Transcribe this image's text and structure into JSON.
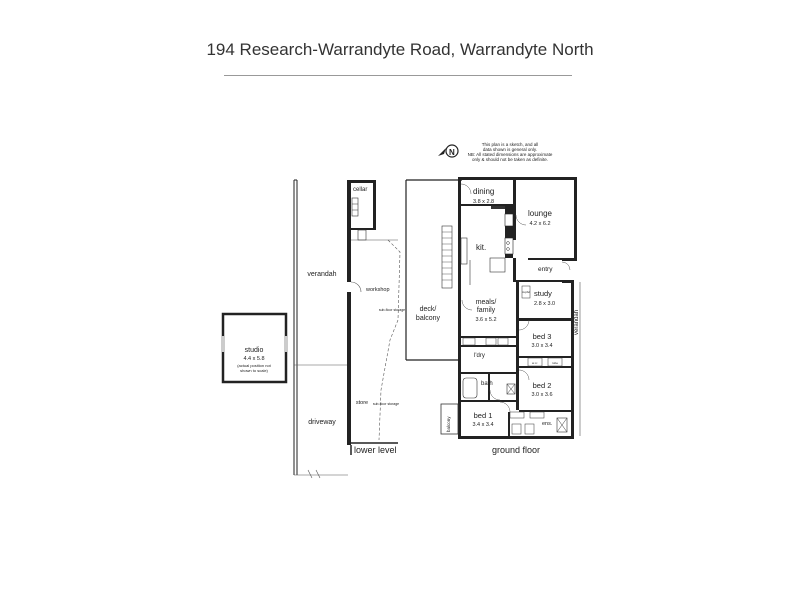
{
  "header": {
    "title": "194 Research-Warrandyte Road, Warrandyte North"
  },
  "disclaimer": [
    "This plan is a sketch, and all",
    "data shown is general only.",
    "NB: All stated dimensions are approximate",
    "only & should not be taken as definite."
  ],
  "rooms": {
    "dining": {
      "name": "dining",
      "size": "3.8 x 2.8"
    },
    "lounge": {
      "name": "lounge",
      "size": "4.2 x 6.2"
    },
    "kit": {
      "name": "kit."
    },
    "entry": {
      "name": "entry"
    },
    "study": {
      "name": "study",
      "size": "2.8 x 3.0"
    },
    "meals": {
      "name1": "meals/",
      "name2": "family",
      "size": "3.6 x 5.2"
    },
    "deck": {
      "name1": "deck/",
      "name2": "balcony"
    },
    "bed3": {
      "name": "bed 3",
      "size": "3.0 x 3.4"
    },
    "bed2": {
      "name": "bed 2",
      "size": "3.0 x 3.6"
    },
    "bed1": {
      "name": "bed 1",
      "size": "3.4 x 3.4"
    },
    "bath": {
      "name": "bath"
    },
    "lndry": {
      "name": "l'dry"
    },
    "ens": {
      "name": "ens."
    },
    "verandah_side": {
      "name": "verandah"
    },
    "balcony_small": {
      "name": "balcony"
    },
    "cellar": {
      "name": "cellar"
    },
    "verandah_lower": {
      "name": "verandah"
    },
    "workshop": {
      "name": "workshop"
    },
    "store": {
      "name": "store"
    },
    "driveway": {
      "name": "driveway"
    },
    "studio": {
      "name": "studio",
      "size": "4.4 x 5.8"
    }
  },
  "captions": {
    "lower_level": "lower level",
    "ground_floor": "ground floor"
  },
  "small_notes": {
    "studio_note1": "(actual position not",
    "studio_note2": "shown to scale)",
    "sub_floor1": "sub-floor storage",
    "sub_floor2": "sub-floor storage",
    "wir": "w.i.r.",
    "robe": "robe",
    "cupboard": "cupbd"
  },
  "colors": {
    "wall": "#222222",
    "line": "#555555",
    "background": "#ffffff"
  },
  "icons": {
    "compass": "north-compass-icon"
  }
}
